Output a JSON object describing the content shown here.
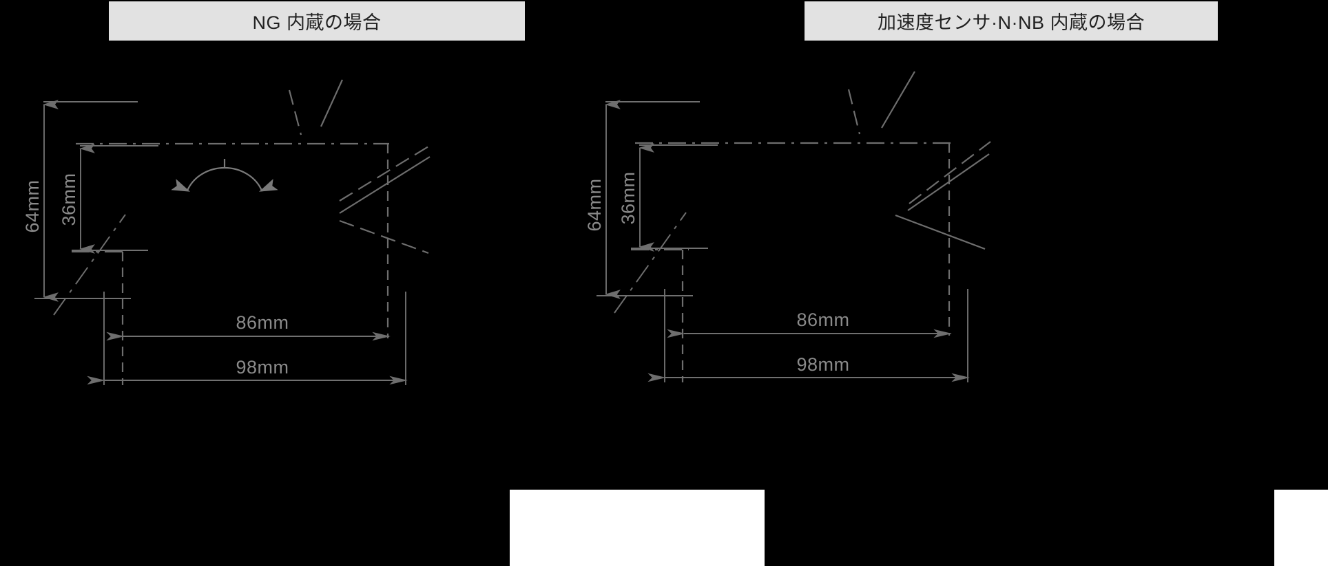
{
  "background_color": "#000000",
  "line_color": "#6e6e6e",
  "dimension_text_color": "#8a8a8a",
  "header_band_color": "#e2e2e2",
  "header_text_color": "#222222",
  "panels": [
    {
      "id": "left",
      "header": "NG 内蔵の場合",
      "dimensions": {
        "height_outer": "64mm",
        "height_inner": "36mm",
        "width_inner": "86mm",
        "width_outer": "98mm"
      },
      "has_rotation_arc": true
    },
    {
      "id": "right",
      "header": "加速度センサ·N·NB 内蔵の場合",
      "dimensions": {
        "height_outer": "64mm",
        "height_inner": "36mm",
        "width_inner": "86mm",
        "width_outer": "98mm"
      },
      "has_rotation_arc": false
    }
  ],
  "icons": {
    "rotation_arc": "rotation-arc-icon",
    "dimension_arrow": "dimension-arrow-icon"
  }
}
